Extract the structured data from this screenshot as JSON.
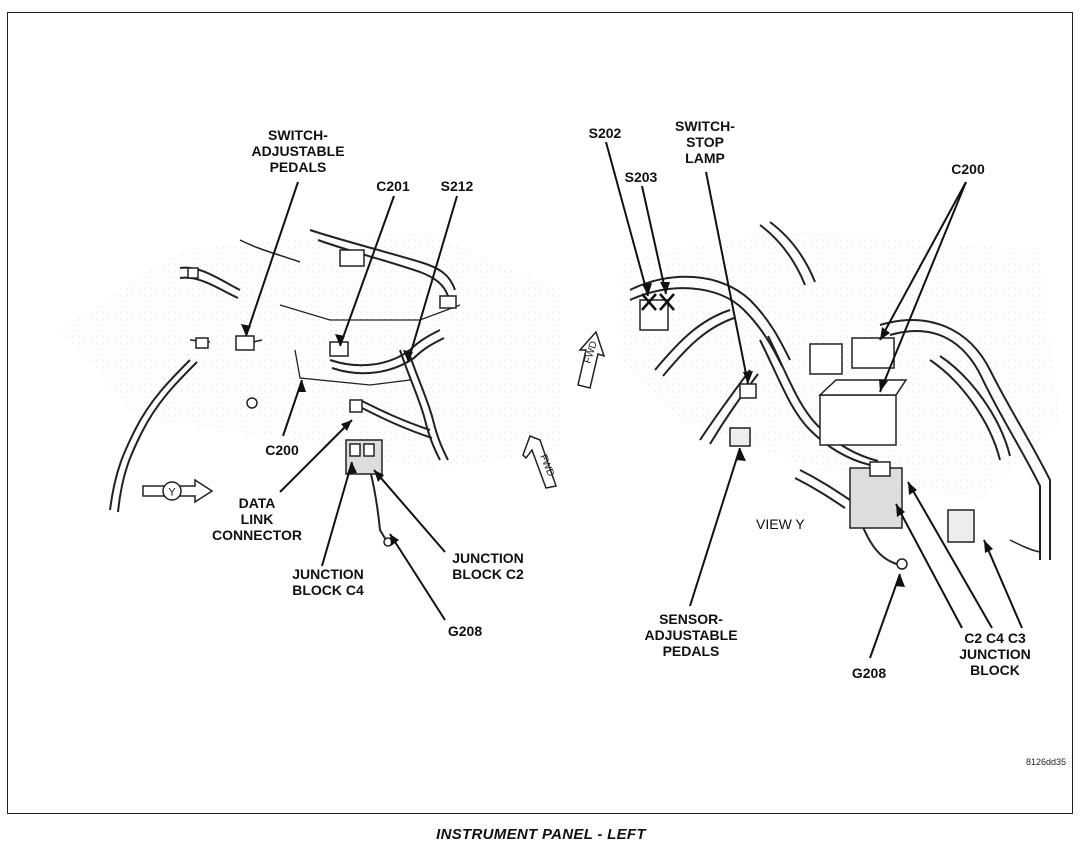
{
  "caption": "INSTRUMENT PANEL - LEFT",
  "figure_ref": "8126dd35",
  "view_label": "VIEW Y",
  "view_marker": "Y",
  "fwd_label": "FWD",
  "left_view": {
    "switch_adjustable_pedals": "SWITCH-\nADJUSTABLE\nPEDALS",
    "c201": "C201",
    "s212": "S212",
    "c200": "C200",
    "data_link_connector": "DATA\nLINK\nCONNECTOR",
    "junction_block_c4": "JUNCTION\nBLOCK C4",
    "junction_block_c2": "JUNCTION\nBLOCK C2",
    "g208": "G208"
  },
  "right_view": {
    "s202": "S202",
    "s203": "S203",
    "switch_stop_lamp": "SWITCH-\nSTOP\nLAMP",
    "c200": "C200",
    "sensor_adjustable_pedals": "SENSOR-\nADJUSTABLE\nPEDALS",
    "g208": "G208",
    "junction_block": "C2  C4  C3\nJUNCTION\nBLOCK"
  }
}
